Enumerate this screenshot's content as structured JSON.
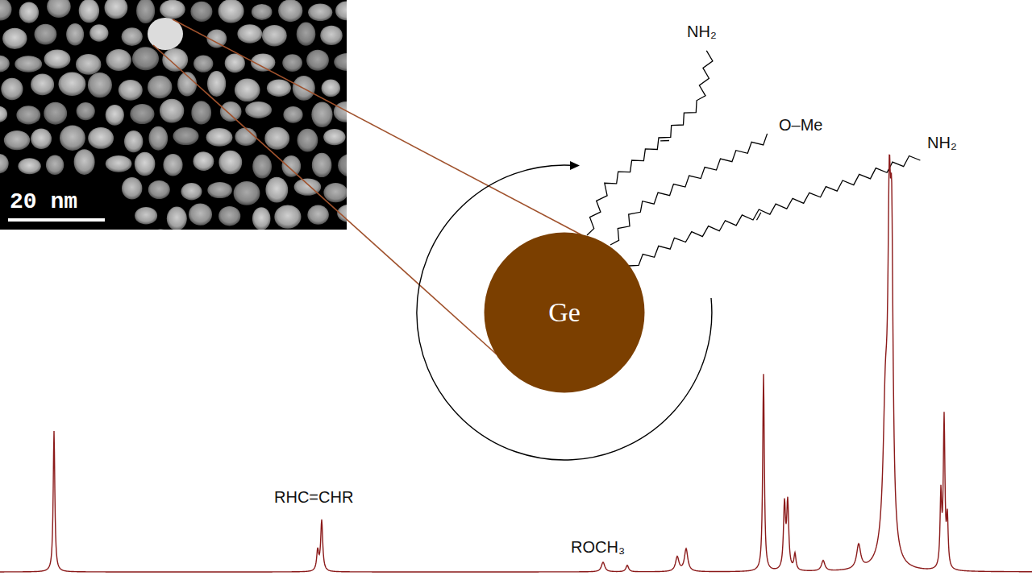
{
  "diagram": {
    "nodes": [
      {
        "text": [
          "Ge"
        ]
      }
    ],
    "labels": [
      "20 nm",
      "NH₂",
      "O–Me",
      "NH₂",
      "RHC=CHR",
      "ROCH₃"
    ]
  }
}
